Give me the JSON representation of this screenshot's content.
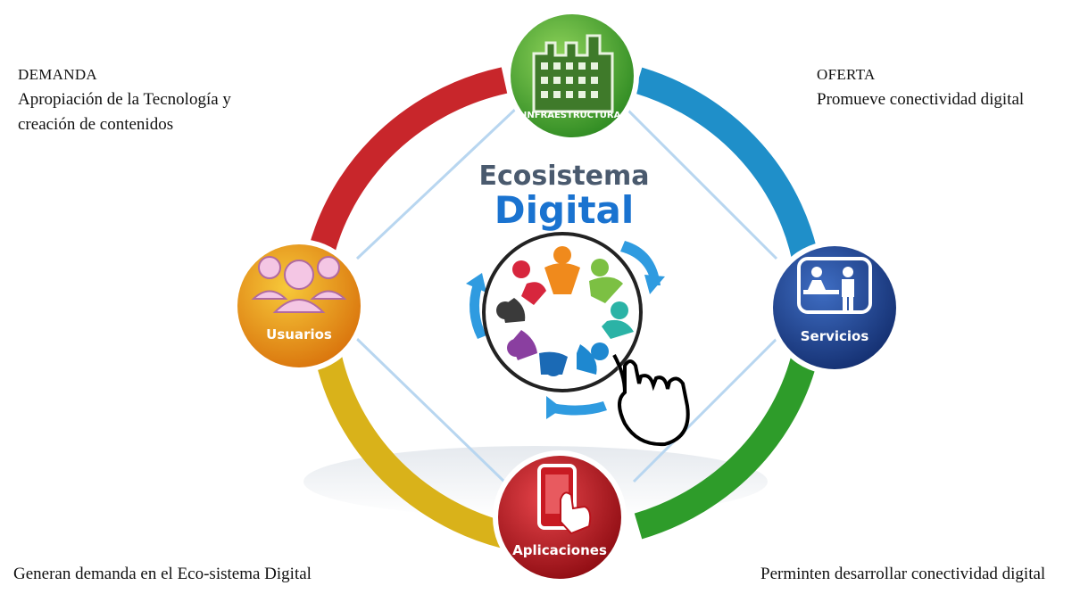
{
  "top_left": {
    "heading": "DEMANDA",
    "line1": "Apropiación de la Tecnología y",
    "line2": "creación de contenidos"
  },
  "top_right": {
    "heading": "OFERTA",
    "line1": "Promueve conectividad digital"
  },
  "bottom_left": {
    "text": "Generan demanda en el Eco-sistema Digital"
  },
  "bottom_right": {
    "text": "Perminten desarrollar conectividad digital"
  },
  "center": {
    "title_line1": "Ecosistema",
    "title_line2": "Digital"
  },
  "nodes": {
    "infraestructura": "INFRAESTRUCTURA",
    "servicios": "Servicios",
    "aplicaciones": "Aplicaciones",
    "usuarios": "Usuarios"
  },
  "colors": {
    "ring_red": "#c8262b",
    "ring_blue": "#1f8fc9",
    "ring_green": "#2e9c2a",
    "ring_yellow": "#d9b21a",
    "node_green": "#3c9a2c",
    "node_navy": "#1d3f88",
    "node_red": "#b9121a",
    "node_orange": "#e89a12",
    "title_gray": "#4a5a6e",
    "title_blue": "#1a73d0"
  }
}
